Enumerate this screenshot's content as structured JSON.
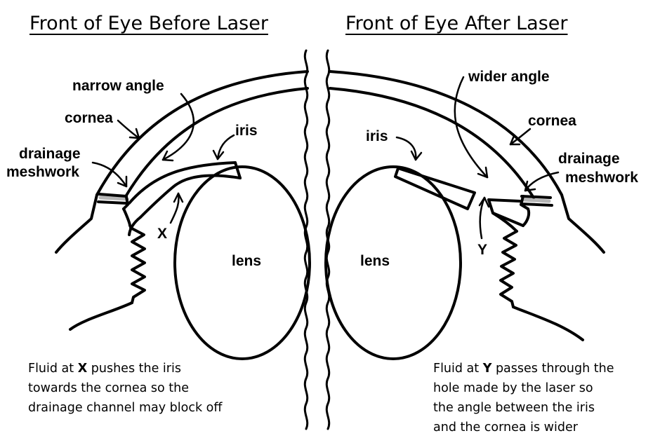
{
  "left": {
    "title": "Front of Eye Before Laser",
    "labels": {
      "narrow_angle": "narrow angle",
      "cornea": "cornea",
      "iris": "iris",
      "drainage": "drainage",
      "meshwork": "meshwork",
      "x": "X",
      "lens": "lens"
    },
    "caption": {
      "line1_pre": "Fluid at ",
      "line1_key": "X",
      "line1_post": " pushes the iris",
      "line2": "towards the cornea so the",
      "line3": "drainage channel may block off"
    }
  },
  "right": {
    "title": "Front of Eye After Laser",
    "labels": {
      "wider_angle": "wider angle",
      "cornea": "cornea",
      "iris": "iris",
      "drainage": "drainage",
      "meshwork": "meshwork",
      "y": "Y",
      "lens": "lens"
    },
    "caption": {
      "line1_pre": "Fluid at ",
      "line1_key": "Y",
      "line1_post": " passes through the",
      "line2": "hole made by the laser so",
      "line3": "the angle between the iris",
      "line4": "and the cornea is wider"
    }
  },
  "colors": {
    "ink": "#000000",
    "meshwork": "#b5b5b5",
    "background": "#ffffff"
  }
}
